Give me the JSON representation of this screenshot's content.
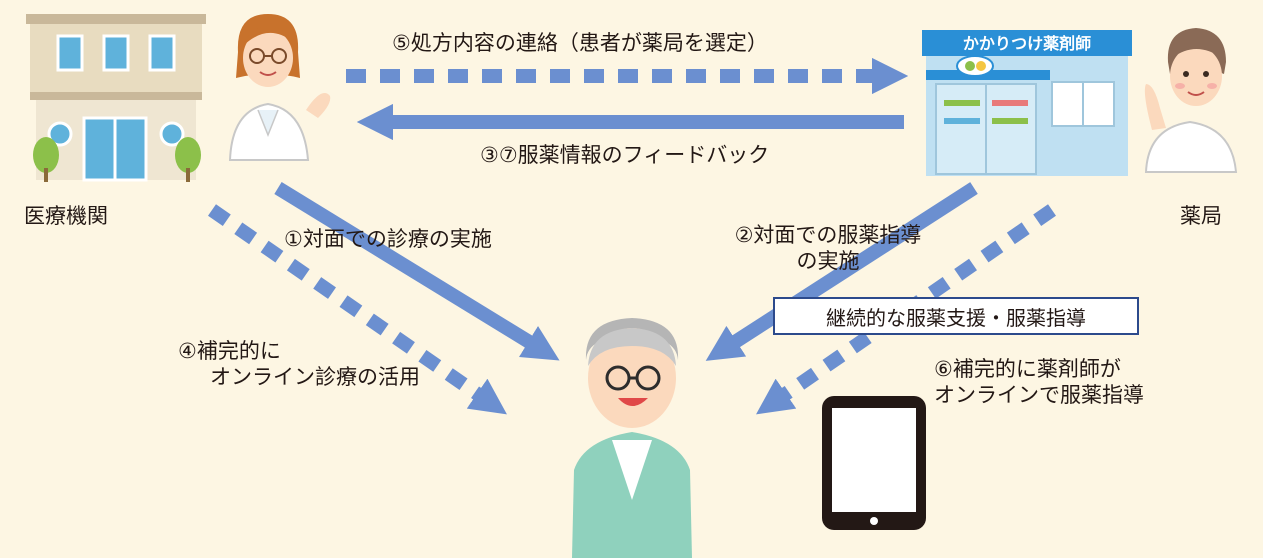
{
  "facility": {
    "clinic_label": "医療機関",
    "pharmacy_label": "薬局",
    "pharmacy_sign": "かかりつけ薬剤師"
  },
  "flows": {
    "step5": "⑤処方内容の連絡（患者が薬局を選定）",
    "step37": "③⑦服薬情報のフィードバック",
    "step1": "①対面での診療の実施",
    "step2_line1": "②対面での服薬指導",
    "step2_line2": "の実施",
    "step4_line1": "④補完的に",
    "step4_line2": "オンライン診療の活用",
    "step6_line1": "⑥補完的に薬剤師が",
    "step6_line2": "オンラインで服薬指導",
    "support_box": "継続的な服薬支援・服薬指導"
  },
  "colors": {
    "arrow": "#6b8fd0",
    "background": "#fdf6e3",
    "box_border": "#2c4a8c",
    "pharmacy_sign": "#2a8fd6"
  },
  "icons": [
    "hospital-building-icon",
    "doctor-icon",
    "pharmacy-store-icon",
    "pharmacist-icon",
    "patient-icon",
    "tablet-icon"
  ]
}
